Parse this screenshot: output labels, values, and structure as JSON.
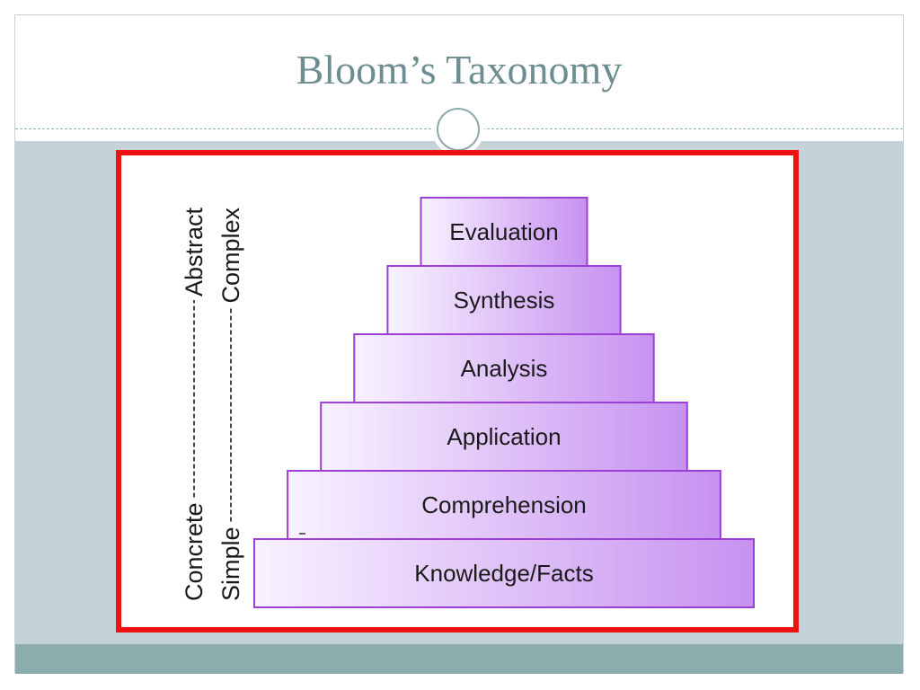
{
  "slide": {
    "title": "Bloom’s Taxonomy"
  },
  "diagram": {
    "tiers": [
      "Evaluation",
      "Synthesis",
      "Analysis",
      "Application",
      "Comprehension",
      "Knowledge/Facts"
    ],
    "axes": [
      {
        "start": "Concrete",
        "end": "Abstract"
      },
      {
        "start": "Simple",
        "end": "Complex"
      }
    ],
    "colors": {
      "frame": "#ee1111",
      "tier_fill_light": "#f8f2ff",
      "tier_fill_dark": "#c792f0",
      "tier_stroke": "#9b3fd6",
      "title": "#6d8d91",
      "content_band": "#c5d2d7",
      "footer_band": "#8badae"
    }
  }
}
